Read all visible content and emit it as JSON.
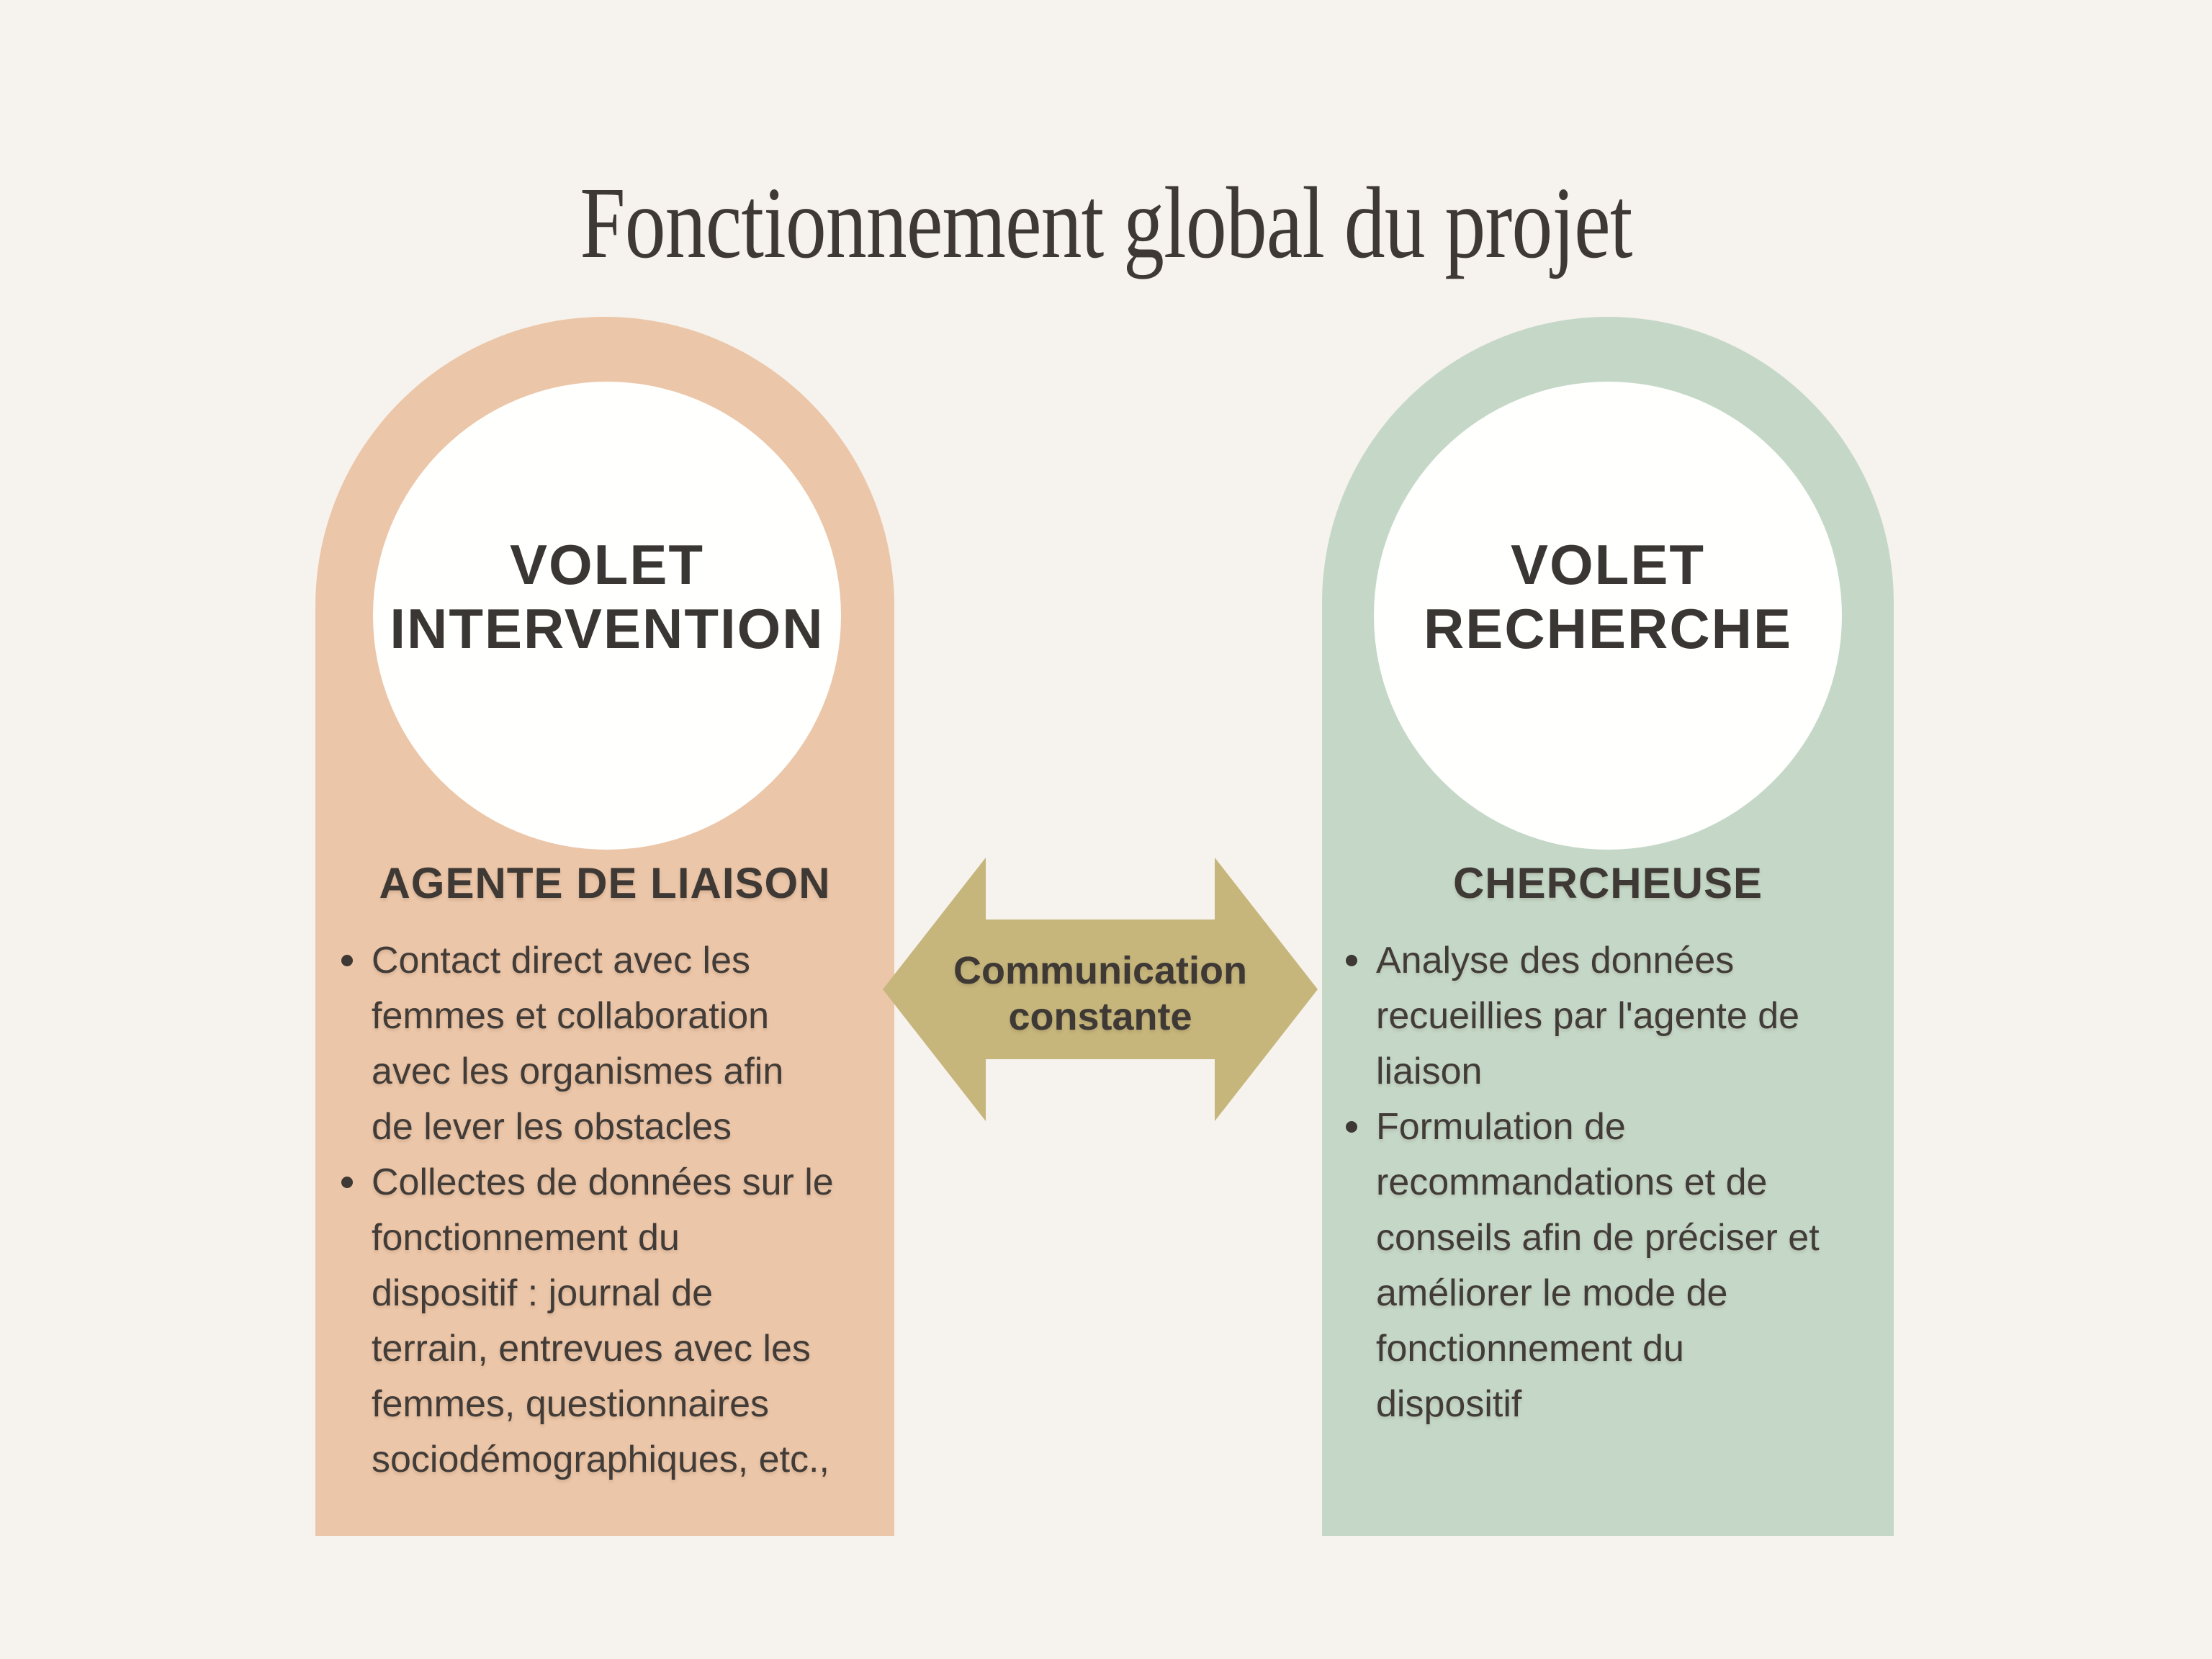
{
  "title": "Fonctionnement global du projet",
  "colors": {
    "background": "#F6F2ED",
    "left_panel": "#ECC6A8",
    "right_panel": "#C5D8C8",
    "arrow": "#C6B67C",
    "text_dark": "#3E3935",
    "circle_fill": "#FFFFFE"
  },
  "left_panel": {
    "circle_label": "VOLET\nINTERVENTION",
    "role_heading": "AGENTE DE LIAISON",
    "bullets": [
      "Contact direct avec les\nfemmes et collaboration\navec les organismes afin\nde lever les obstacles",
      "Collectes de données sur le\nfonctionnement du\ndispositif : journal de\nterrain, entrevues avec les\nfemmes, questionnaires\nsociodémographiques, etc.,"
    ]
  },
  "right_panel": {
    "circle_label": "VOLET\nRECHERCHE",
    "role_heading": "CHERCHEUSE",
    "bullets": [
      "Analyse des données\nrecueillies par l'agente de\nliaison",
      "Formulation de\nrecommandations et de\nconseils afin de préciser et\naméliorer le mode de\nfonctionnement du\ndispositif"
    ]
  },
  "arrow": {
    "label": "Communication\nconstante"
  }
}
